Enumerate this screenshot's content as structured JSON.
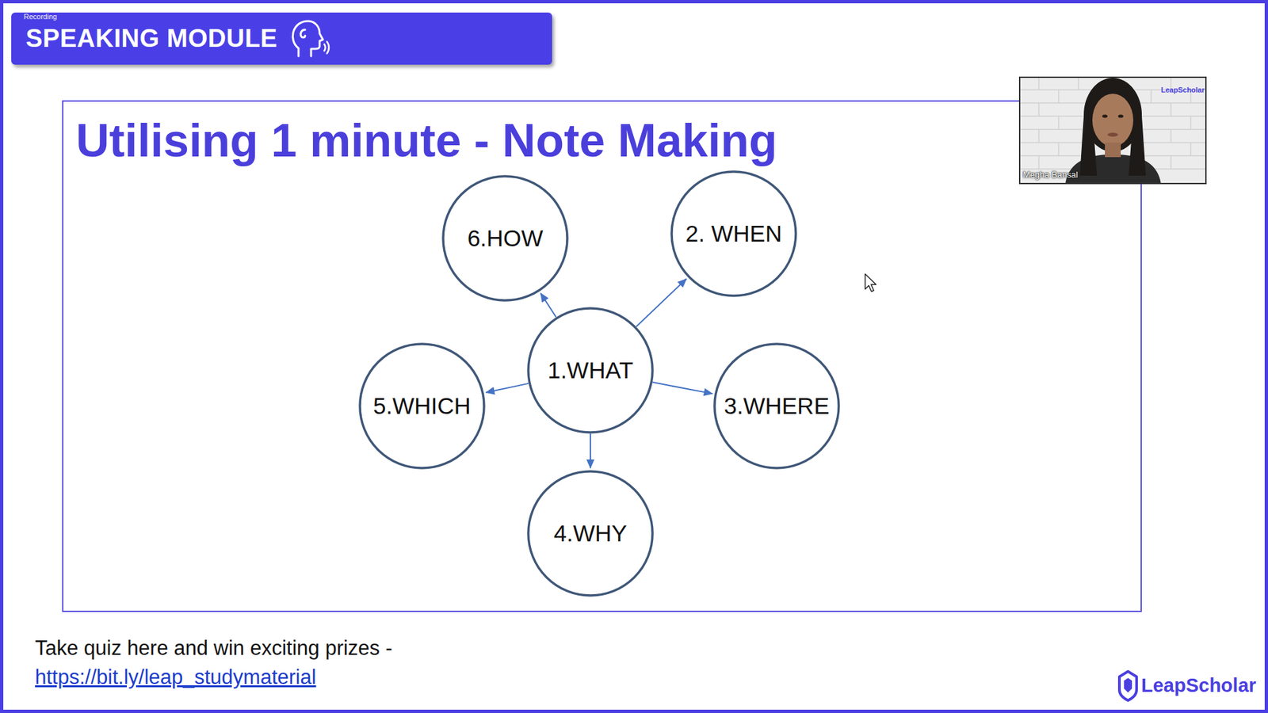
{
  "diagram": {
    "title": "Utilising 1 minute - Note Making",
    "nodes": [
      {
        "text": [
          "SPEAKING MODULE"
        ]
      },
      {
        "text": [
          "1.WHAT"
        ]
      },
      {
        "text": [
          "2. WHEN"
        ]
      },
      {
        "text": [
          "3.WHERE"
        ]
      },
      {
        "text": [
          "4.WHY"
        ]
      },
      {
        "text": [
          "5.WHICH"
        ]
      },
      {
        "text": [
          "6.HOW"
        ]
      }
    ],
    "edges": [
      {
        "from": 1,
        "to": 2,
        "arrow": "to"
      },
      {
        "from": 1,
        "to": 3,
        "arrow": "to"
      },
      {
        "from": 1,
        "to": 4,
        "arrow": "to"
      },
      {
        "from": 1,
        "to": 5,
        "arrow": "to"
      },
      {
        "from": 1,
        "to": 6,
        "arrow": "to"
      }
    ],
    "labels": [
      "Recording",
      "Megha Bansal",
      "LeapScholar",
      "Take quiz here and win exciting prizes -",
      "https://bit.ly/leap_studymaterial",
      "LeapScholar"
    ]
  }
}
